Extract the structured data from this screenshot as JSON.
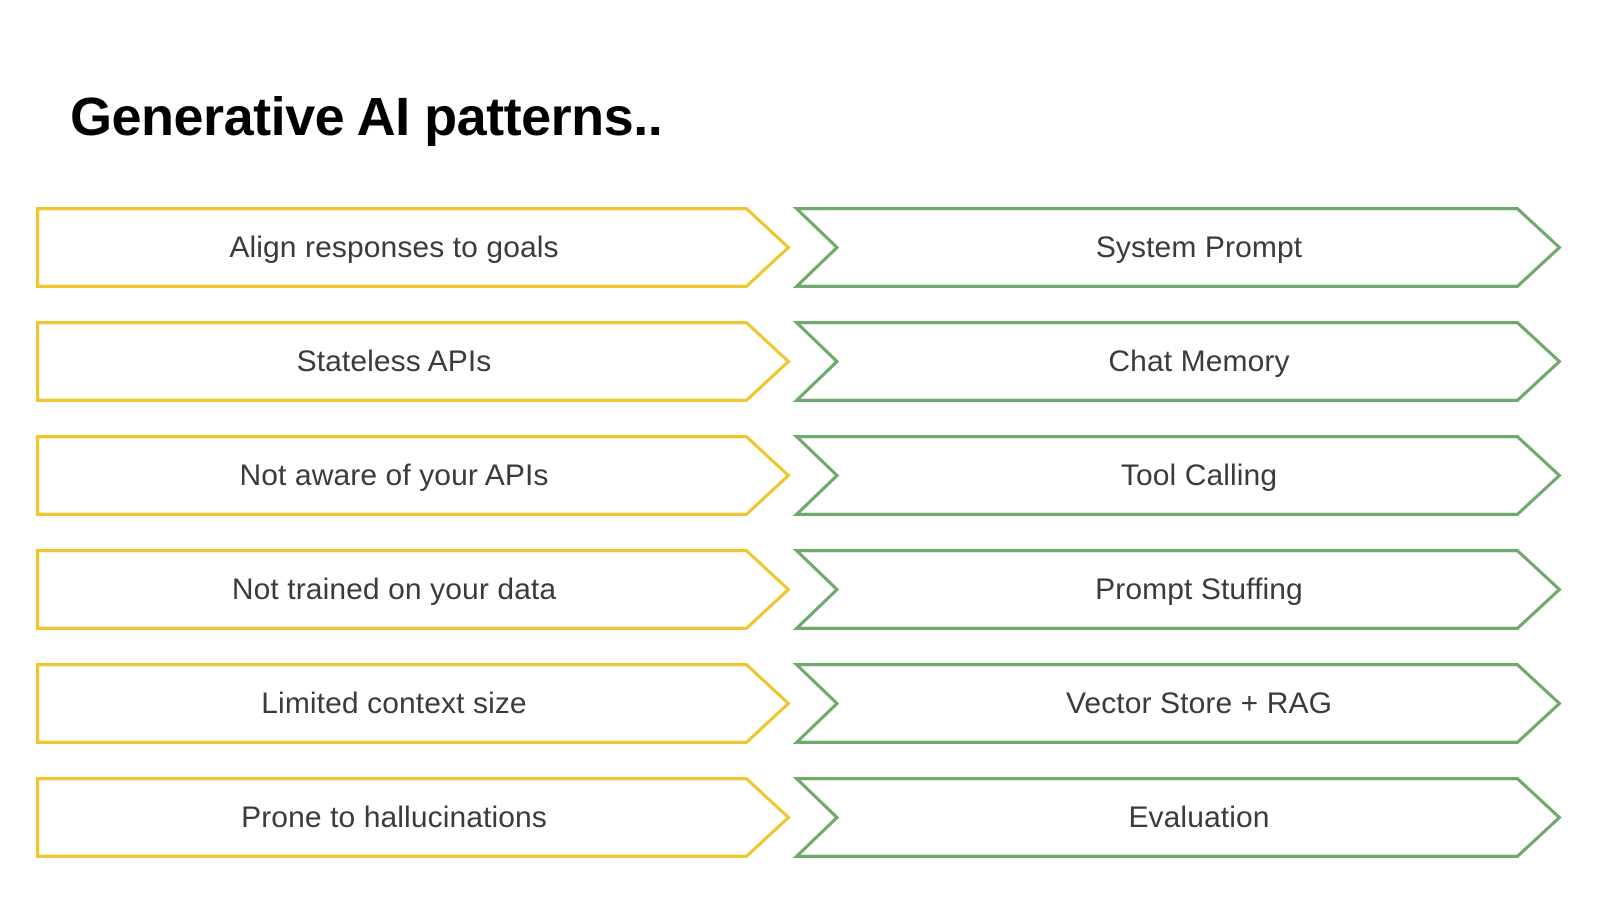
{
  "slide": {
    "title": "Generative AI patterns..",
    "background_color": "#ffffff",
    "title_color": "#000000",
    "label_color": "#3b3b3b"
  },
  "colors": {
    "problem_outline": "#F0C62E",
    "solution_outline": "#6FA96C",
    "fill": "#ffffff"
  },
  "columns": {
    "problem": {
      "shape": "arrow-right",
      "outline_color": "#F0C62E"
    },
    "solution": {
      "shape": "chevron-right",
      "outline_color": "#6FA96C"
    }
  },
  "rows": [
    {
      "problem": "Align responses to goals",
      "solution": "System Prompt"
    },
    {
      "problem": "Stateless APIs",
      "solution": "Chat Memory"
    },
    {
      "problem": "Not aware of your APIs",
      "solution": "Tool Calling"
    },
    {
      "problem": "Not trained on your data",
      "solution": "Prompt Stuffing"
    },
    {
      "problem": "Limited context size",
      "solution": "Vector Store + RAG"
    },
    {
      "problem": "Prone to hallucinations",
      "solution": "Evaluation"
    }
  ]
}
